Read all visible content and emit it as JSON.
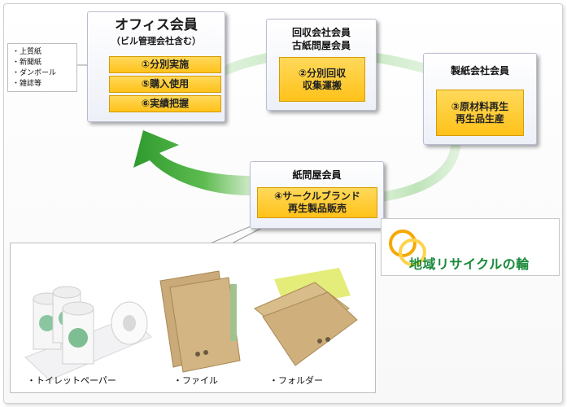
{
  "office": {
    "title": "オフィス会員",
    "subtitle": "（ビル管理会社含む）",
    "steps": [
      "①分別実施",
      "⑤購入使用",
      "⑥実績把握"
    ]
  },
  "collector": {
    "title_line1": "回収会社会員",
    "title_line2": "古紙問屋会員",
    "step_line1": "②分別回収",
    "step_line2": "収集運搬"
  },
  "maker": {
    "title": "製紙会社会員",
    "step_line1": "③原材料再生",
    "step_line2": "再生品生産"
  },
  "wholesaler": {
    "title": "紙問屋会員",
    "step_line1": "④サークルブランド",
    "step_line2": "再生製品販売"
  },
  "paper_types": [
    "・上質紙",
    "・新聞紙",
    "・ダンボール",
    "・雑誌等"
  ],
  "logo_text": "地域リサイクルの輪",
  "products": {
    "toilet_paper": "・トイレットペーパー",
    "file": "・ファイル",
    "folder": "・フォルダー"
  },
  "colors": {
    "arrow_green": "#2e9a2e",
    "step_yellow": "#ffc21a",
    "logo_orange": "#f5a800",
    "logo_green": "#1a8a3a"
  }
}
